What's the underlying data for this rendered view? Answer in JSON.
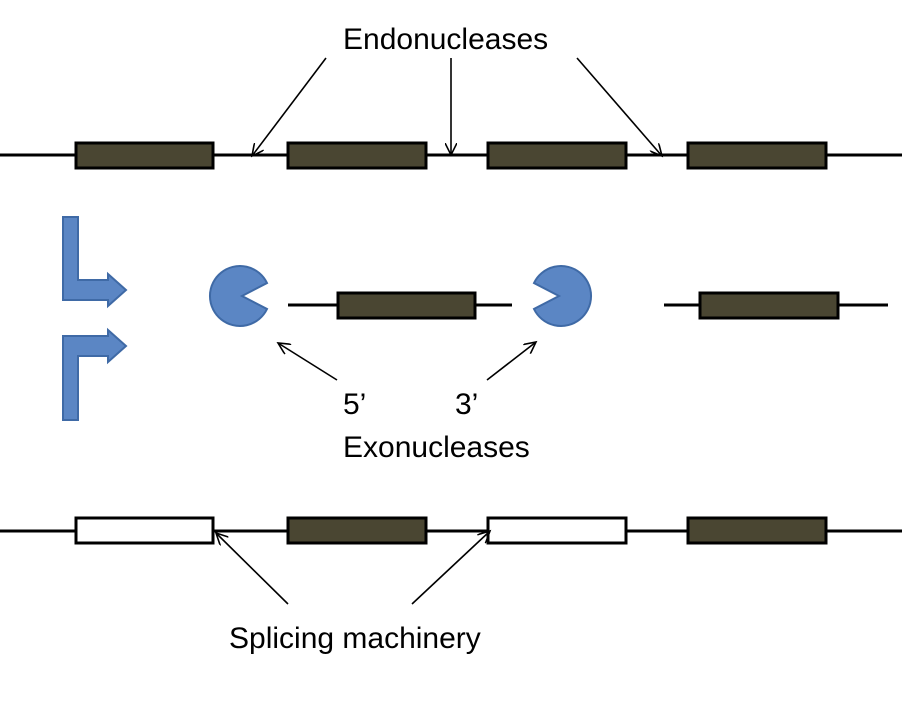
{
  "labels": {
    "endonucleases": "Endonucleases",
    "five_prime": "5’",
    "three_prime": "3’",
    "exonucleases": "Exonucleases",
    "splicing_machinery": "Splicing machinery"
  },
  "colors": {
    "exon_fill": "#4a4632",
    "exon_outline": "#000000",
    "spliced_exon_fill": "#ffffff",
    "enzyme_fill": "#5b86c4",
    "enzyme_outline": "#3f6aa6",
    "line": "#000000"
  },
  "icons": {
    "branch_arrows": "branch-arrows-icon",
    "exonuclease_5": "pacman-right-facing-icon",
    "exonuclease_3": "pacman-left-facing-icon"
  }
}
